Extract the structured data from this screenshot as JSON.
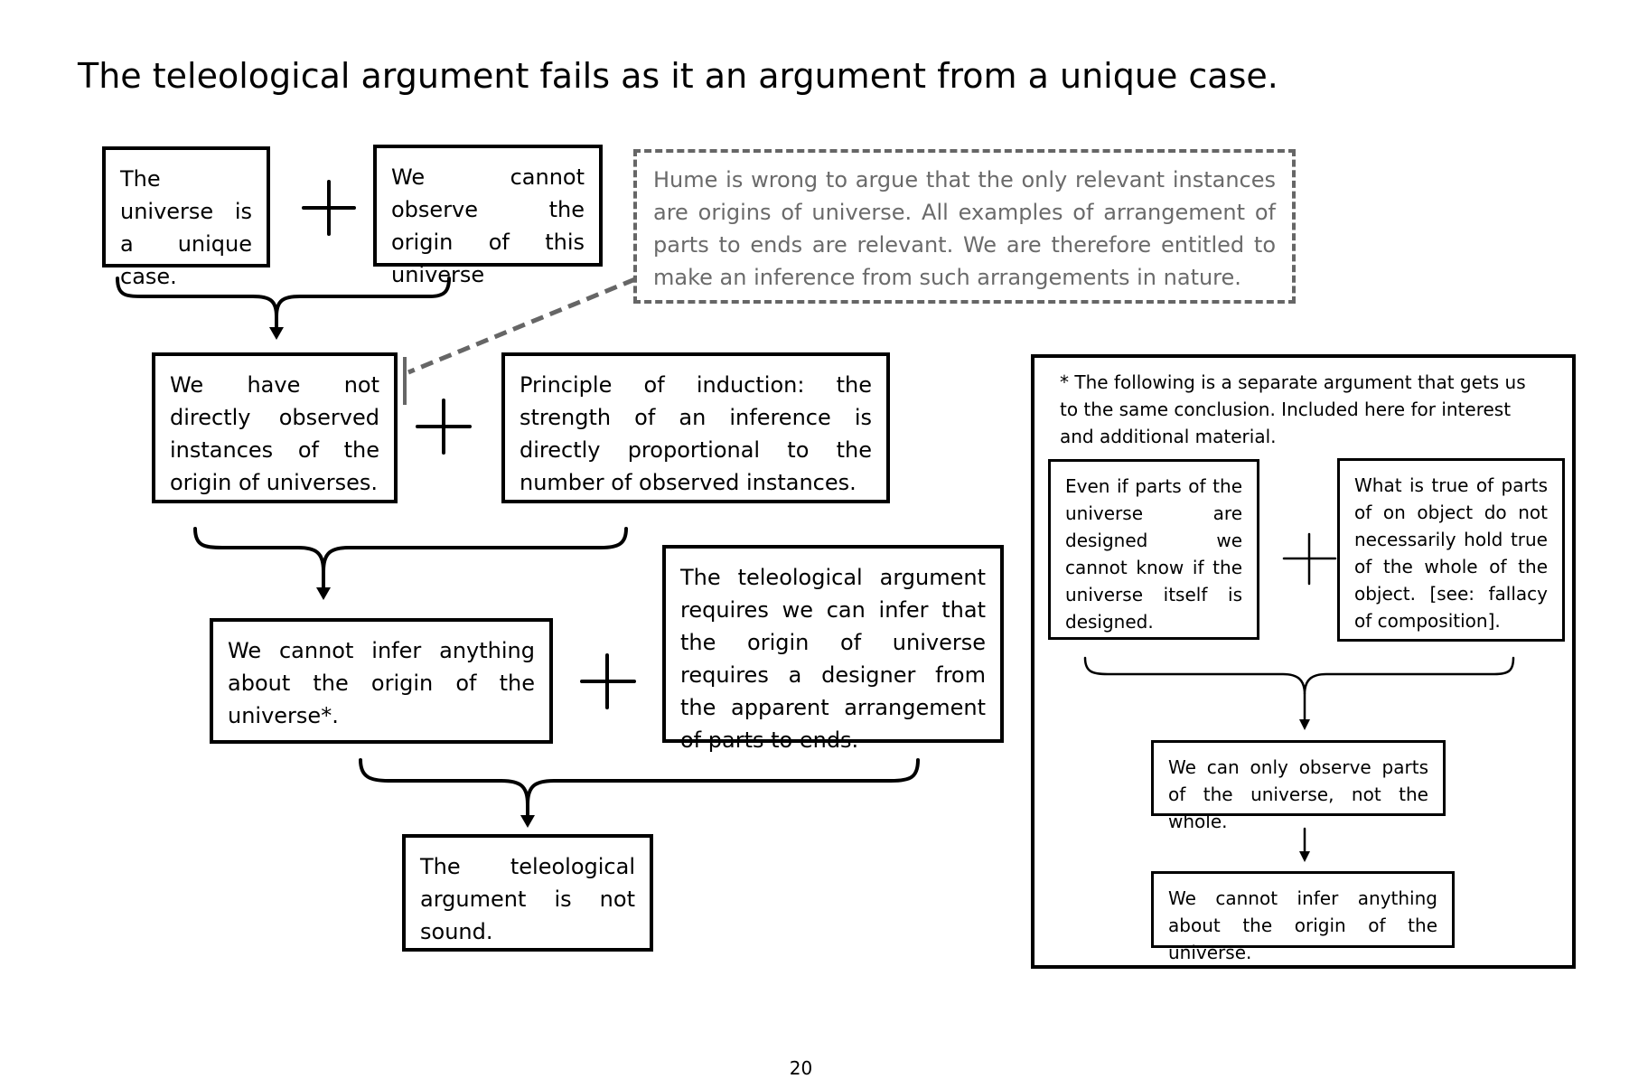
{
  "page": {
    "title": "The teleological argument fails as it an argument from a unique case.",
    "page_number": "20"
  },
  "diagram": {
    "premise_unique": "The universe is a unique case.",
    "premise_cannot_observe": "We cannot observe the origin of this universe",
    "hume_objection": "Hume is wrong to argue that the only relevant instances are origins of universe. All examples of arrangement of parts to ends are relevant. We are therefore entitled to make an inference from such arrangements in nature.",
    "not_observed": "We have not directly observed instances of the origin of universes.",
    "principle_induction": "Principle of induction: the strength of an inference is directly proportional to the number of observed instances.",
    "cannot_infer": "We cannot infer anything about the origin of the universe*.",
    "requires_infer": "The teleological argument requires we can infer that the origin of universe requires a designer from the apparent arrangement of parts to ends.",
    "conclusion": "The teleological argument is not sound."
  },
  "side_argument": {
    "note": "* The following is a separate argument that gets us to the same conclusion. Included here for interest and additional material.",
    "parts_designed": "Even if parts of the universe are designed we cannot know if the universe itself is designed.",
    "composition": "What is true of parts of on object do not necessarily hold true of the whole of the object. [see: fallacy of composition].",
    "observe_parts": "We can only observe parts of the universe, not the whole.",
    "conclusion": "We cannot infer anything about the origin of the universe."
  },
  "colors": {
    "line": "#000000",
    "dashed": "#666666",
    "hume_text": "#6a6a6a"
  }
}
